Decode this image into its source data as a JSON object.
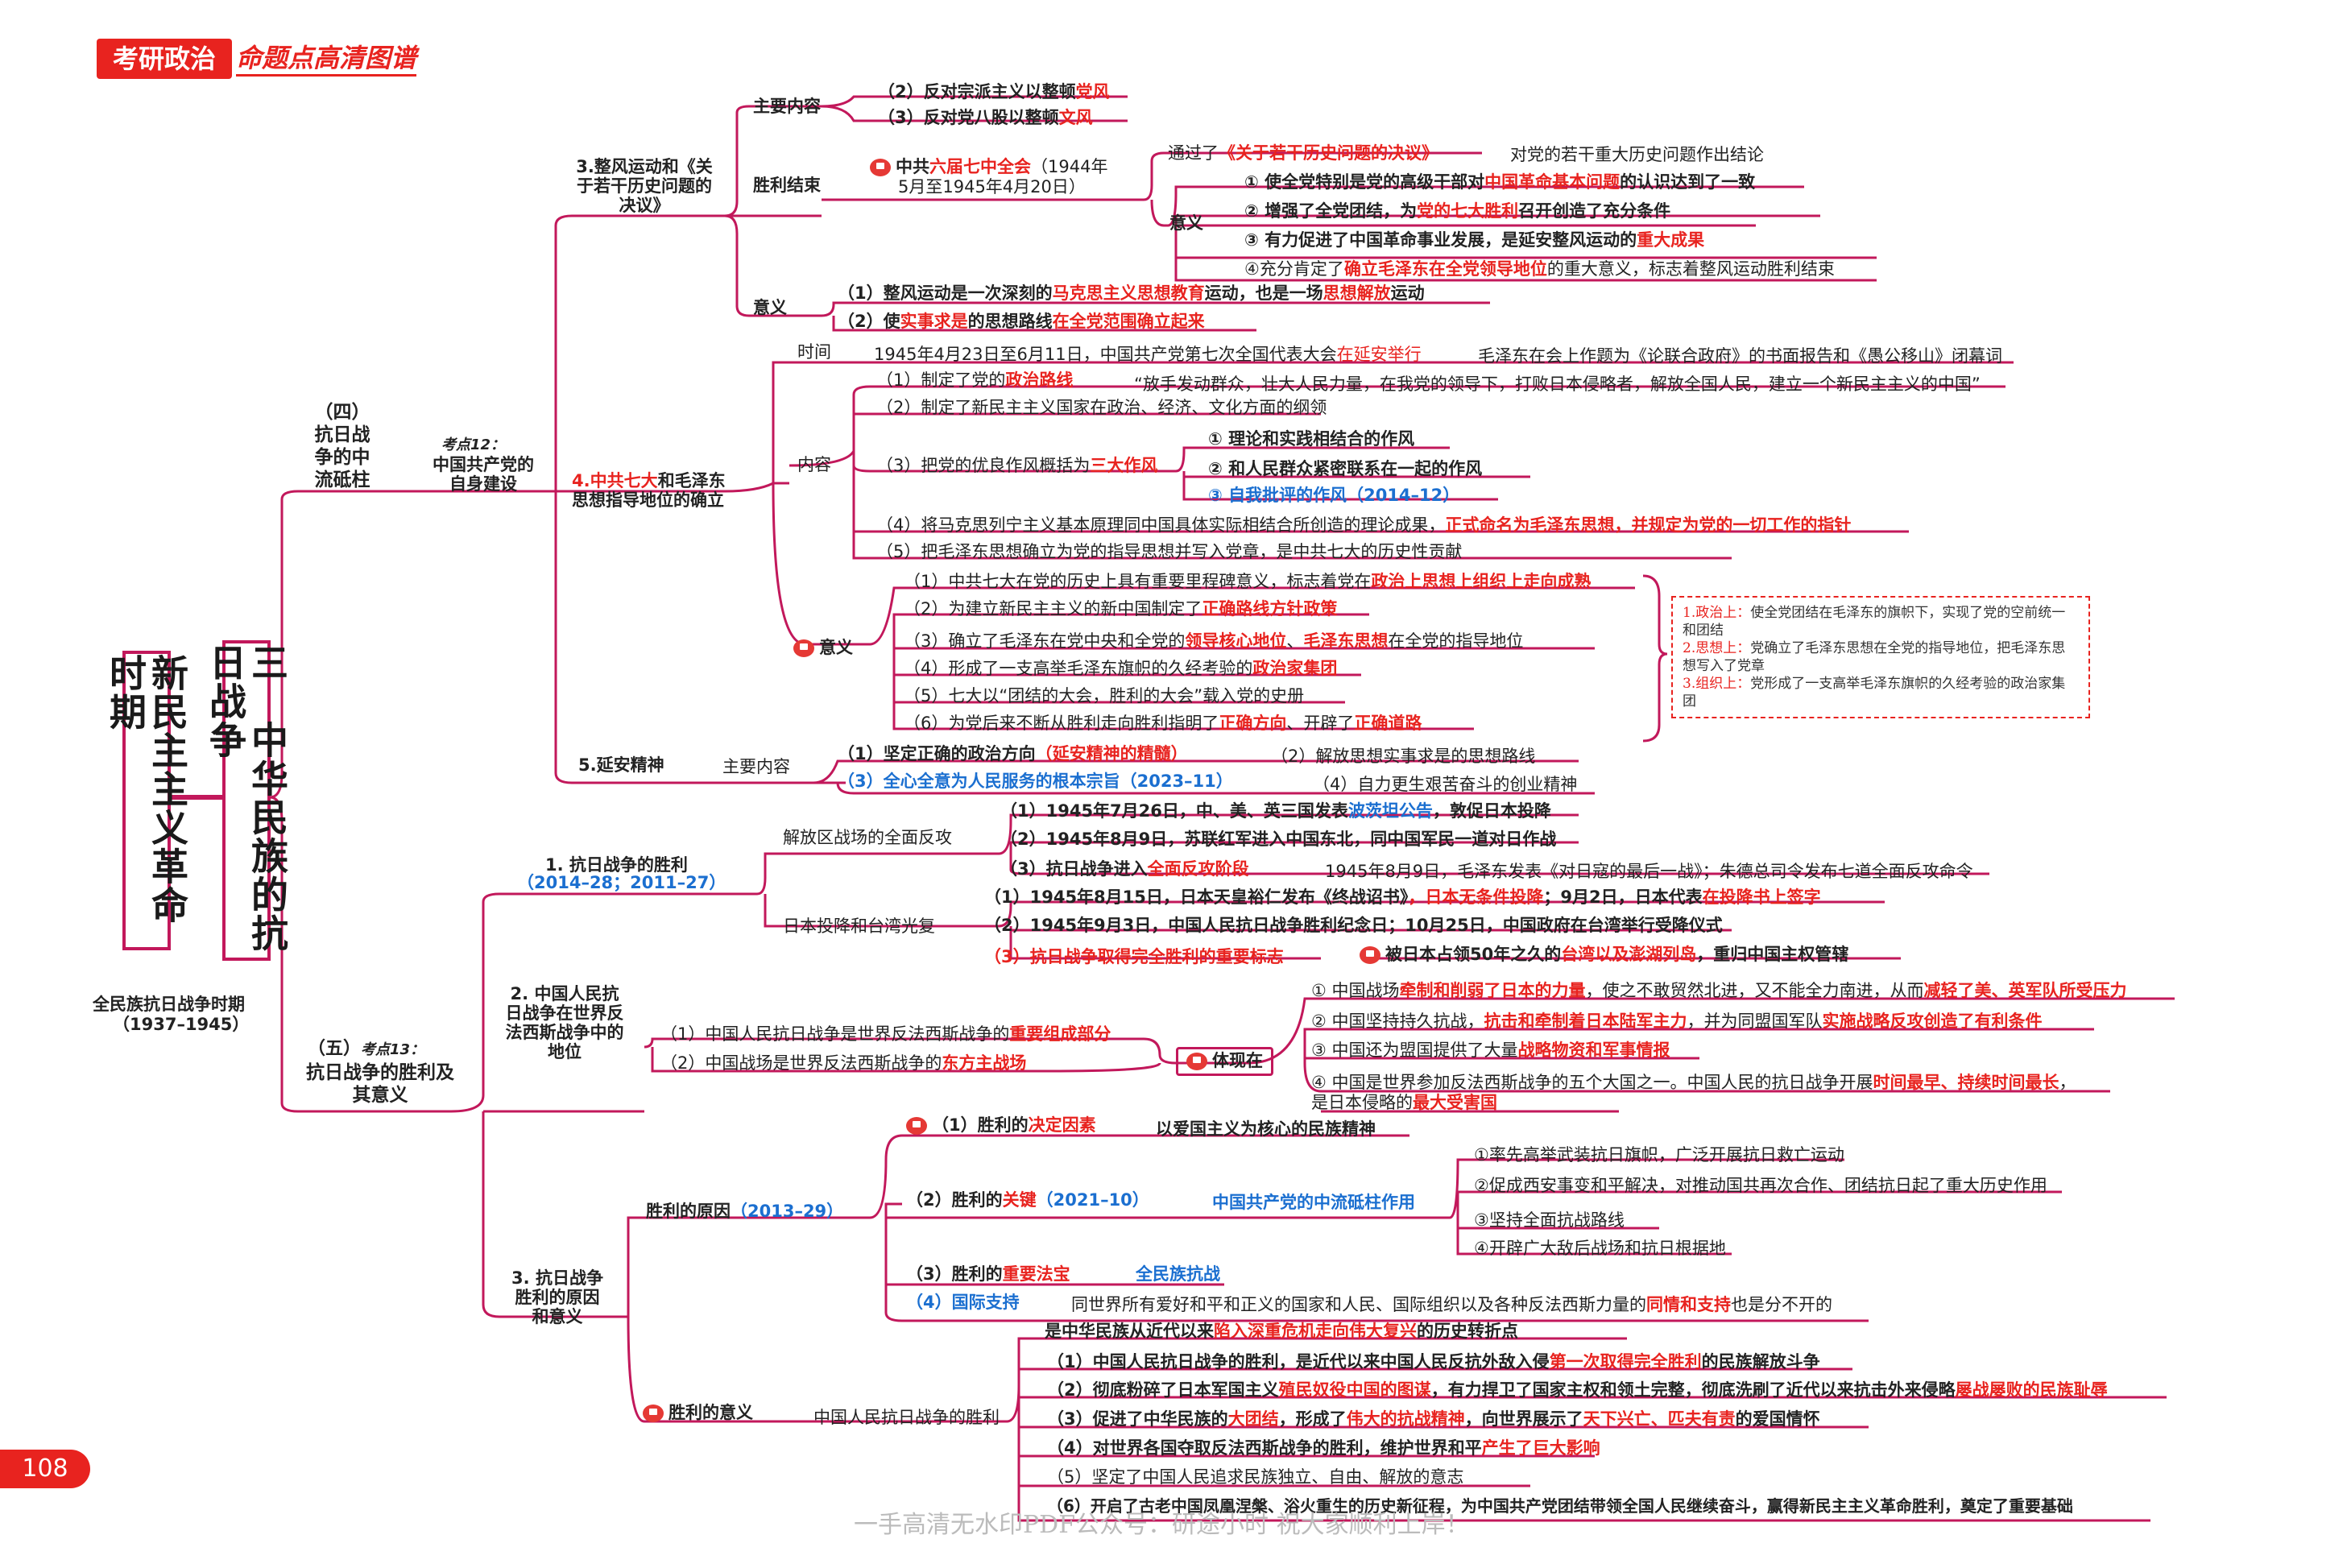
{
  "header": {
    "badge": "考研政治",
    "subtitle": "命题点高清图谱"
  },
  "page_number": "108",
  "watermark": "一手高清无水印PDF公众号：研途小时 祝大家顺利上岸！",
  "root": {
    "title": "新民主主义革命时期",
    "chapter": "三　中华民族的抗日战争",
    "period_label": "全民族抗日战争时期",
    "period_years": "（1937–1945）"
  },
  "sec4": {
    "title": "（四）抗日战争的中流砥柱",
    "kaodian": "考点12：",
    "kaodian_text": "中国共产党的自身建设"
  },
  "sec5": {
    "title": "（五）",
    "kaodian": "考点13：",
    "kaodian_text": "抗日战争的胜利及其意义"
  },
  "zhengfeng": {
    "title": "3.整风运动和《关于若干历史问题的决议》",
    "main_label": "主要内容",
    "m1a": "（2）反对宗派主义以整顿",
    "m1b": "党风",
    "m2a": "（3）反对党八股以整顿",
    "m2b": "文风",
    "result_label": "胜利结束",
    "result_a": "中共",
    "result_b": "六届七中全会",
    "result_c": "（1944年",
    "result_d": "5月至1945年4月20日）",
    "pass_a": "通过了",
    "pass_b": "《关于若干历史问题的决议》",
    "pass_c": "对党的若干重大历史问题作出结论",
    "yiyi_label": "意义",
    "y1a": "① 使全党特别是党的高级干部对",
    "y1b": "中国革命基本问题",
    "y1c": "的认识达到了一致",
    "y2a": "② 增强了全党团结，为",
    "y2b": "党的七大胜利",
    "y2c": "召开创造了充分条件",
    "y3a": "③ 有力促进了中国革命事业发展，是延安整风运动的",
    "y3b": "重大成果",
    "y4a": "④充分肯定了",
    "y4b": "确立毛泽东在全党领导地位",
    "y4c": "的重大意义，标志着整风运动胜利结束",
    "sig_label": "意义",
    "s1a": "（1）整风运动是一次深刻的",
    "s1b": "马克思主义思想教育",
    "s1c": "运动，也是一场",
    "s1d": "思想解放",
    "s1e": "运动",
    "s2a": "（2）使",
    "s2b": "实事求是",
    "s2c": "的思想路线",
    "s2d": "在全党范围确立起来"
  },
  "qida": {
    "title_a": "4.中共七大",
    "title_b": "和毛泽东",
    "title_c": "思想指导地位的确立",
    "time_label": "时间",
    "time_a": "1945年4月23日至6月11日，中国共产党第七次全国代表大会",
    "time_b": "在延安举行",
    "time_c": "毛泽东在会上作题为《论联合政府》的书面报告和《愚公移山》闭幕词",
    "content_label": "内容",
    "c1a": "（1）制定了党的",
    "c1b": "政治路线",
    "c1c": "“放手发动群众，壮大人民力量，在我党的领导下，打败日本侵略者，解放全国人民，建立一个新民主主义的中国”",
    "c2": "（2）制定了新民主主义国家在政治、经济、文化方面的纲领",
    "c3a": "（3）把党的优良作风概括为",
    "c3b": "三大作风",
    "z1": "① 理论和实践相结合的作风",
    "z2": "② 和人民群众紧密联系在一起的作风",
    "z3": "③ 自我批评的作风（2014–12）",
    "c4a": "（4）将马克思列宁主义基本原理同中国具体实际相结合所创造的理论成果，",
    "c4b": "正式命名为毛泽东思想，并规定为党的一切工作的指针",
    "c5": "（5）把毛泽东思想确立为党的指导思想并写入党章，是中共七大的历史性贡献",
    "sig_label": "意义",
    "s1a": "（1）中共七大在党的历史上具有重要里程碑意义，标志着党在",
    "s1b": "政治上思想上组织上走向成熟",
    "s2a": "（2）为建立新民主主义的新中国制定了",
    "s2b": "正确路线方针政策",
    "s3a": "（3）确立了毛泽东在党中央和全党的",
    "s3b": "领导核心地位",
    "s3c": "、",
    "s3d": "毛泽东思想",
    "s3e": "在全党的指导地位",
    "s4a": "（4）形成了一支高举毛泽东旗帜的久经考验的",
    "s4b": "政治家集团",
    "s5": "（5）七大以“团结的大会，胜利的大会”载入党的史册",
    "s6a": "（6）为党后来不断从胜利走向胜利指明了",
    "s6b": "正确方向",
    "s6c": "、开辟了",
    "s6d": "正确道路",
    "note1a": "1.政治上：",
    "note1b": "使全党团结在毛泽东的旗帜下，实现了党的空前统一和团结",
    "note2a": "2.思想上：",
    "note2b": "党确立了毛泽东思想在全党的指导地位，把毛泽东思想写入了党章",
    "note3a": "3.组织上：",
    "note3b": "党形成了一支高举毛泽东旗帜的久经考验的政治家集团"
  },
  "yanan": {
    "title": "5.延安精神",
    "main_label": "主要内容",
    "p1": "（1）坚定正确的政治方向",
    "p1b": "（延安精神的精髓）",
    "p2": "（2）解放思想实事求是的思想路线",
    "p3": "（3）全心全意为人民服务的根本宗旨（2023–11）",
    "p4": "（4）自力更生艰苦奋斗的创业精神"
  },
  "victory": {
    "title": "1. 抗日战争的胜利",
    "years": "（2014–28；2011–27）",
    "front_label": "解放区战场的全面反攻",
    "f1a": "（1）1945年7月26日，中、美、英三国发表",
    "f1b": "波茨坦公告",
    "f1c": "，敦促日本投降",
    "f2": "（2）1945年8月9日，苏联红军进入中国东北，同中国军民一道对日作战",
    "f3a": "（3）抗日战争进入",
    "f3b": "全面反攻阶段",
    "f3c": "1945年8月9日，毛泽东发表《对日寇的最后一战》；朱德总司令发布七道全面反攻命令",
    "surr_label": "日本投降和台湾光复",
    "u1a": "（1）1945年8月15日，日本天皇裕仁发布《终战诏书》",
    "u1b": "，日本无条件投降",
    "u1c": "；9月2日，日本代表",
    "u1d": "在投降书上签字",
    "u2": "（2）1945年9月3日，中国人民抗日战争胜利纪念日；10月25日，中国政府在台湾举行受降仪式",
    "u3a": "（3）抗日战争取得完全胜利的重要标志",
    "u3b": "被日本占领50年之久的",
    "u3c": "台湾以及澎湖列岛",
    "u3d": "，重归中国主权管辖"
  },
  "status": {
    "title": "2. 中国人民抗日战争在世界反法西斯战争中的地位",
    "a1a": "（1）中国人民抗日战争是世界反法西斯战争的",
    "a1b": "重要组成部分",
    "a2a": "（2）中国战场是世界反法西斯战争的",
    "a2b": "东方主战场",
    "tixian": "体现在",
    "t1a": "① 中国战场",
    "t1b": "牵制和削弱了日本的力量",
    "t1c": "，使之不敢贸然北进，又不能全力南进，从而",
    "t1d": "减轻了美、英军队所受压力",
    "t2a": "② 中国坚持持久抗战，",
    "t2b": "抗击和牵制着日本陆军主力",
    "t2c": "，并为同盟国军队",
    "t2d": "实施战略反攻创造了有利条件",
    "t3a": "③ 中国还为盟国提供了大量",
    "t3b": "战略物资和军事情报",
    "t4a": "④ 中国是世界参加反法西斯战争的五个大国之一。中国人民的抗日战争开展",
    "t4b": "时间最早、持续时间最长",
    "t4c": "，",
    "t4d": "是日本侵略的",
    "t4e": "最大受害国"
  },
  "reasons": {
    "title": "3. 抗日战争胜利的原因和意义",
    "cause_label": "胜利的原因",
    "cause_years": "（2013–29）",
    "r1a": "（1）胜利的",
    "r1b": "决定因素",
    "r1c": "以爱国主义为核心的民族精神",
    "r2a": "（2）胜利的",
    "r2b": "关键",
    "r2c": "（2021–10）",
    "r2d": "中国共产党的中流砥柱作用",
    "k1": "①率先高举武装抗日旗帜，广泛开展抗日救亡运动",
    "k2": "②促成西安事变和平解决，对推动国共再次合作、团结抗日起了重大历史作用",
    "k3": "③坚持全面抗战路线",
    "k4": "④开辟广大敌后战场和抗日根据地",
    "r3a": "（3）胜利的",
    "r3b": "重要法宝",
    "r3c": "全民族抗战",
    "r4a": "（4）国际支持",
    "r4b": "同世界所有爱好和平和正义的国家和人民、国际组织以及各种反法西斯力量的",
    "r4c": "同情和支持",
    "r4d": "也是分不开的",
    "sig_label": "胜利的意义",
    "sig_sub": "中国人民抗日战争的胜利",
    "g0a": "是中华民族从近代以来",
    "g0b": "陷入深重危机走向伟大复兴",
    "g0c": "的历史转折点",
    "g1a": "（1）中国人民抗日战争的胜利，是近代以来中国人民反抗外敌入侵",
    "g1b": "第一次取得完全胜利",
    "g1c": "的民族解放斗争",
    "g2a": "（2）彻底粉碎了日本军国主义",
    "g2b": "殖民奴役中国的图谋",
    "g2c": "，有力捍卫了国家主权和领土完整，彻底洗刷了近代以来抗击外来侵略",
    "g2d": "屡战屡败的民族耻辱",
    "g3a": "（3）促进了中华民族的",
    "g3b": "大团结",
    "g3c": "，形成了",
    "g3d": "伟大的抗战精神",
    "g3e": "，向世界展示了",
    "g3f": "天下兴亡、匹夫有责",
    "g3g": "的爱国情怀",
    "g4a": "（4）对世界各国夺取反法西斯战争的胜利，维护世界和平",
    "g4b": "产生了巨大影响",
    "g5": "（5）坚定了中国人民追求民族独立、自由、解放的意志",
    "g6a": "（6）开启了古老中国凤凰涅槃、浴火重生的历史新征程，为中国共产党团结带领全国人民继续奋斗，赢得新民主主义革命胜利，奠定了重要基础"
  }
}
